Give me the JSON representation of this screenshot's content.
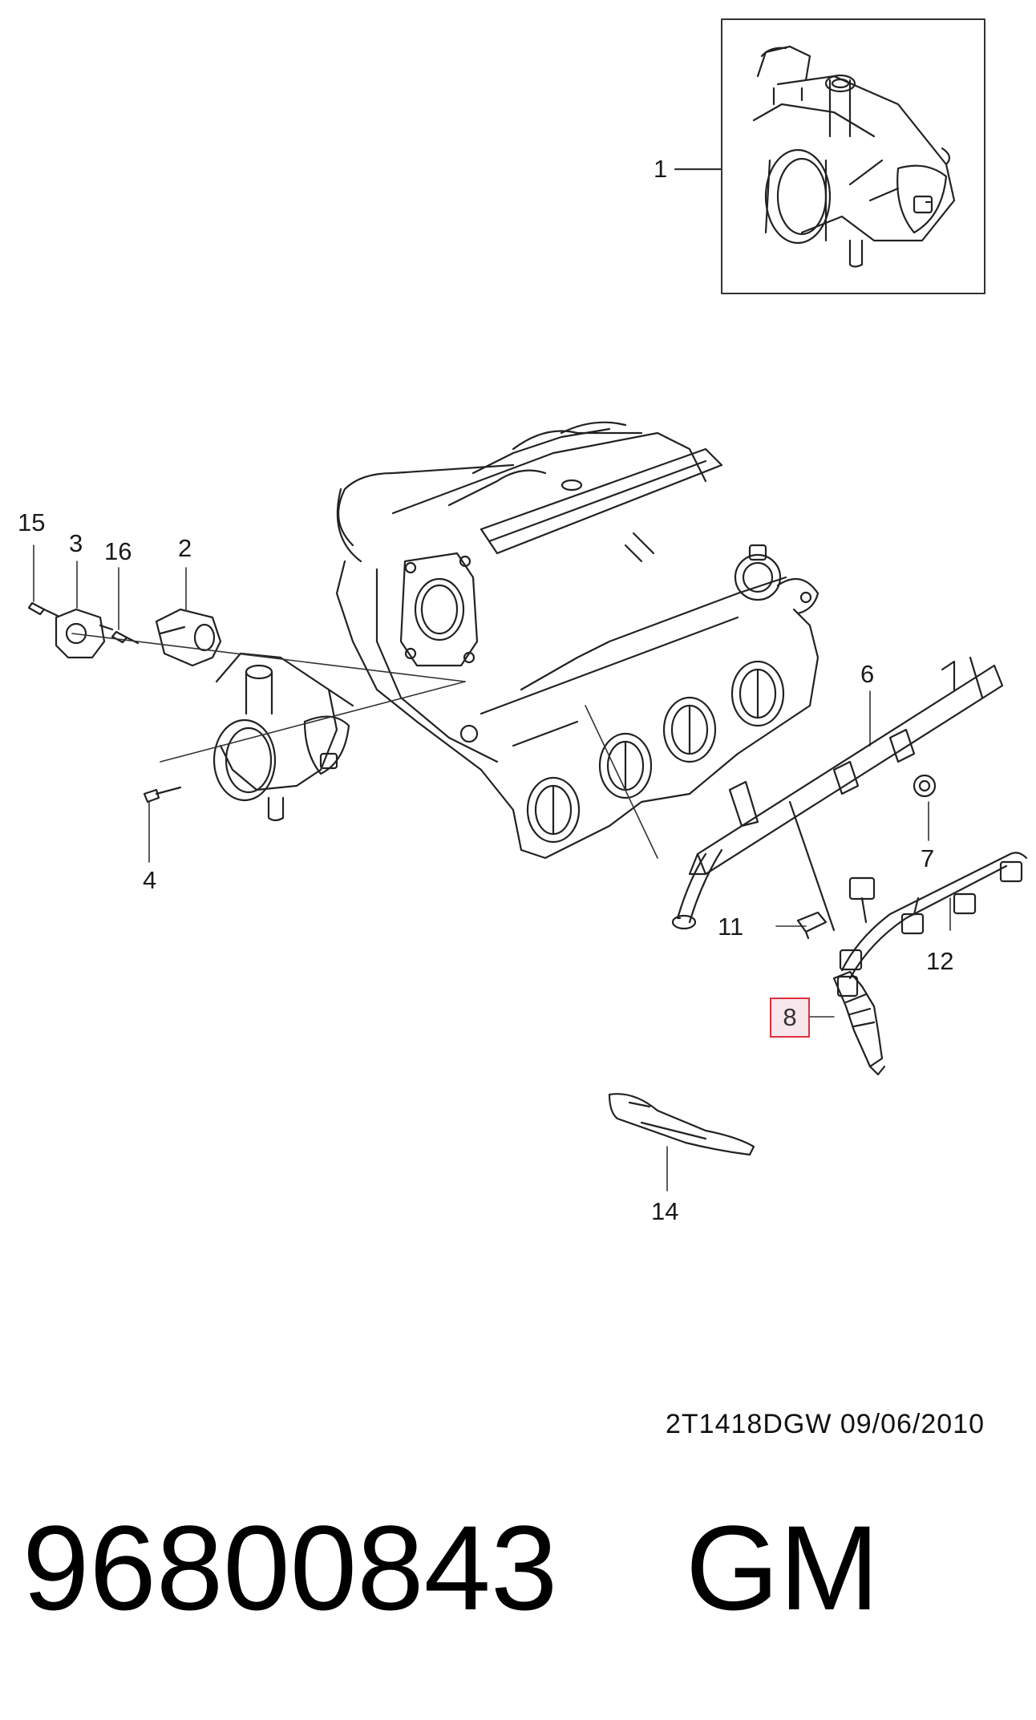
{
  "callouts": [
    {
      "id": "1",
      "label": "1"
    },
    {
      "id": "2",
      "label": "2"
    },
    {
      "id": "3",
      "label": "3"
    },
    {
      "id": "4",
      "label": "4"
    },
    {
      "id": "6",
      "label": "6"
    },
    {
      "id": "7",
      "label": "7"
    },
    {
      "id": "8",
      "label": "8"
    },
    {
      "id": "11",
      "label": "11"
    },
    {
      "id": "12",
      "label": "12"
    },
    {
      "id": "14",
      "label": "14"
    },
    {
      "id": "15",
      "label": "15"
    },
    {
      "id": "16",
      "label": "16"
    }
  ],
  "highlighted_callout": "8",
  "highlight_color": "#e0303a",
  "reference": "2T1418DGW  09/06/2010",
  "part_number": "96800843",
  "brand": "GM"
}
